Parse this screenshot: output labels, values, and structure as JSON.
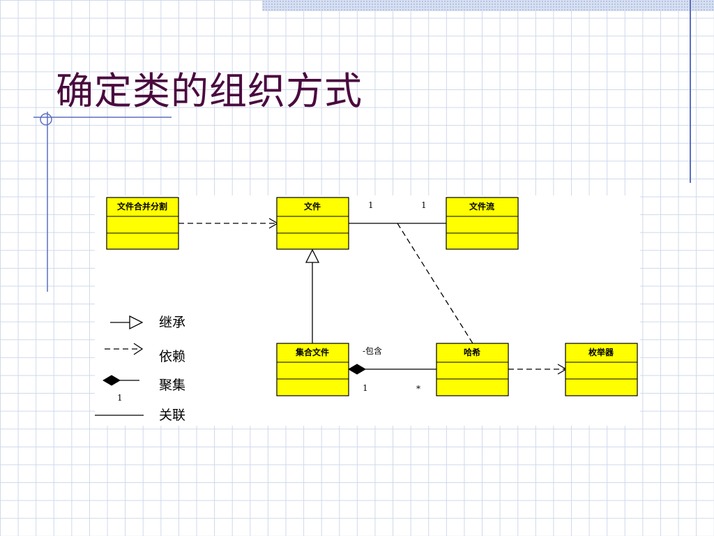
{
  "title": "确定类的组织方式",
  "colors": {
    "title": "#4a0a3f",
    "class_fill": "#ffff00",
    "deco_line": "#5b6fbf",
    "grid": "#cfd8ea"
  },
  "classes": {
    "file_merge_split": "文件合并分割",
    "file": "文件",
    "file_stream": "文件流",
    "collection_file": "集合文件",
    "hash": "哈希",
    "enumerator": "枚举器"
  },
  "relations": {
    "file_stream_assoc": {
      "mult_file": "1",
      "mult_stream": "1"
    },
    "aggregation": {
      "role": "-包含",
      "mult_whole": "1",
      "mult_part": "*"
    }
  },
  "legend": {
    "inheritance": "继承",
    "dependency": "依赖",
    "aggregation": "聚集",
    "aggregation_mult": "1",
    "association": "关联"
  }
}
